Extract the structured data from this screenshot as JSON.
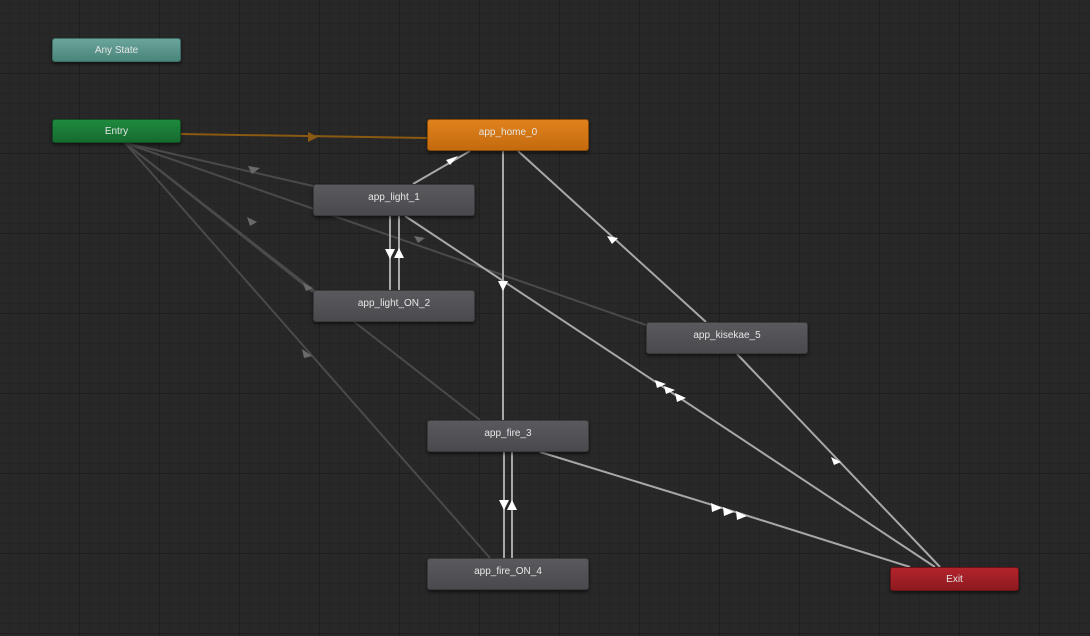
{
  "nodes": {
    "any_state": "Any State",
    "entry": "Entry",
    "exit": "Exit",
    "home": "app_home_0",
    "light1": "app_light_1",
    "lighton2": "app_light_ON_2",
    "fire3": "app_fire_3",
    "fireon4": "app_fire_ON_4",
    "kisekae5": "app_kisekae_5"
  },
  "colors": {
    "canvas": "#282828",
    "entry_transition": "#8a5a12",
    "transition": "#a8a8a8",
    "entry_link": "#4a4a4a",
    "arrow": "#ffffff"
  }
}
